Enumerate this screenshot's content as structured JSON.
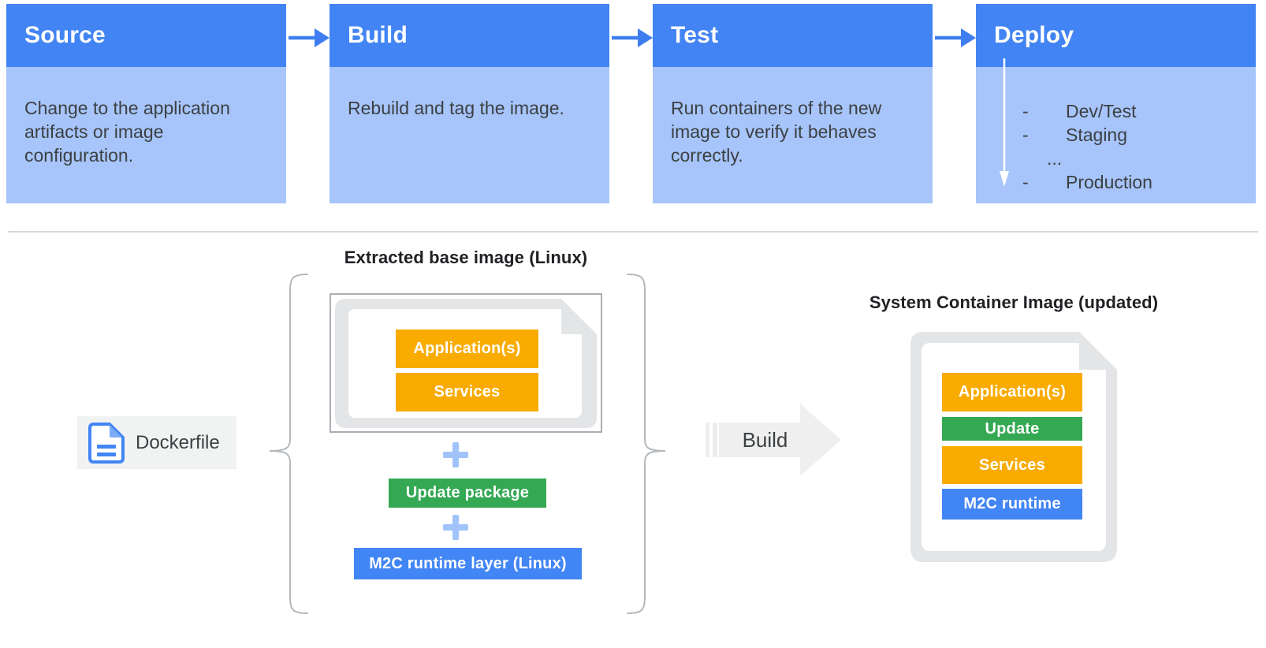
{
  "palette": {
    "stage-header-blue": "#4284F3",
    "stage-body-blue": "#A7C5FA",
    "arrow-blue": "#3E7EF0",
    "amber": "#F9AB00",
    "green": "#34A853",
    "blue": "#4285F4",
    "plus-blue": "#A0C3F9",
    "build-arrow-gray": "#EFEFEF",
    "chip-gray": "#F1F2F2",
    "file-gray": "#E3E5E7",
    "frame-border-gray": "#A9AEB3",
    "divider-gray": "#D9D9D9",
    "brace-gray": "#B4B8BD",
    "text-dark": "#3C4043",
    "title-dark": "#202124"
  },
  "pipeline": {
    "stages": [
      {
        "title": "Source",
        "description": "Change to the application artifacts or image configuration."
      },
      {
        "title": "Build",
        "description": "Rebuild and tag the image."
      },
      {
        "title": "Test",
        "description": "Run containers of the new image to verify it behaves correctly."
      },
      {
        "title": "Deploy",
        "items": [
          {
            "bullet": "-",
            "label": "Dev/Test"
          },
          {
            "bullet": "-",
            "label": "Staging"
          },
          {
            "bullet": "",
            "label": "..."
          },
          {
            "bullet": "-",
            "label": "Production"
          }
        ]
      }
    ]
  },
  "build_flow": {
    "dockerfile": {
      "label": "Dockerfile"
    },
    "base_image": {
      "title": "Extracted base image (Linux)",
      "file_layers": [
        {
          "label": "Application(s)",
          "color": "#F9AB00"
        },
        {
          "label": "Services",
          "color": "#F9AB00"
        }
      ],
      "plus": "+",
      "additions": [
        {
          "label": "Update package",
          "color": "#34A853"
        },
        {
          "label": "M2C runtime layer (Linux)",
          "color": "#4285F4"
        }
      ]
    },
    "build_label": "Build",
    "result_image": {
      "title": "System Container Image (updated)",
      "layers": [
        {
          "label": "Application(s)",
          "color": "#F9AB00"
        },
        {
          "label": "Update",
          "color": "#34A853"
        },
        {
          "label": "Services",
          "color": "#F9AB00"
        },
        {
          "label": "M2C runtime",
          "color": "#4285F4"
        }
      ]
    }
  }
}
